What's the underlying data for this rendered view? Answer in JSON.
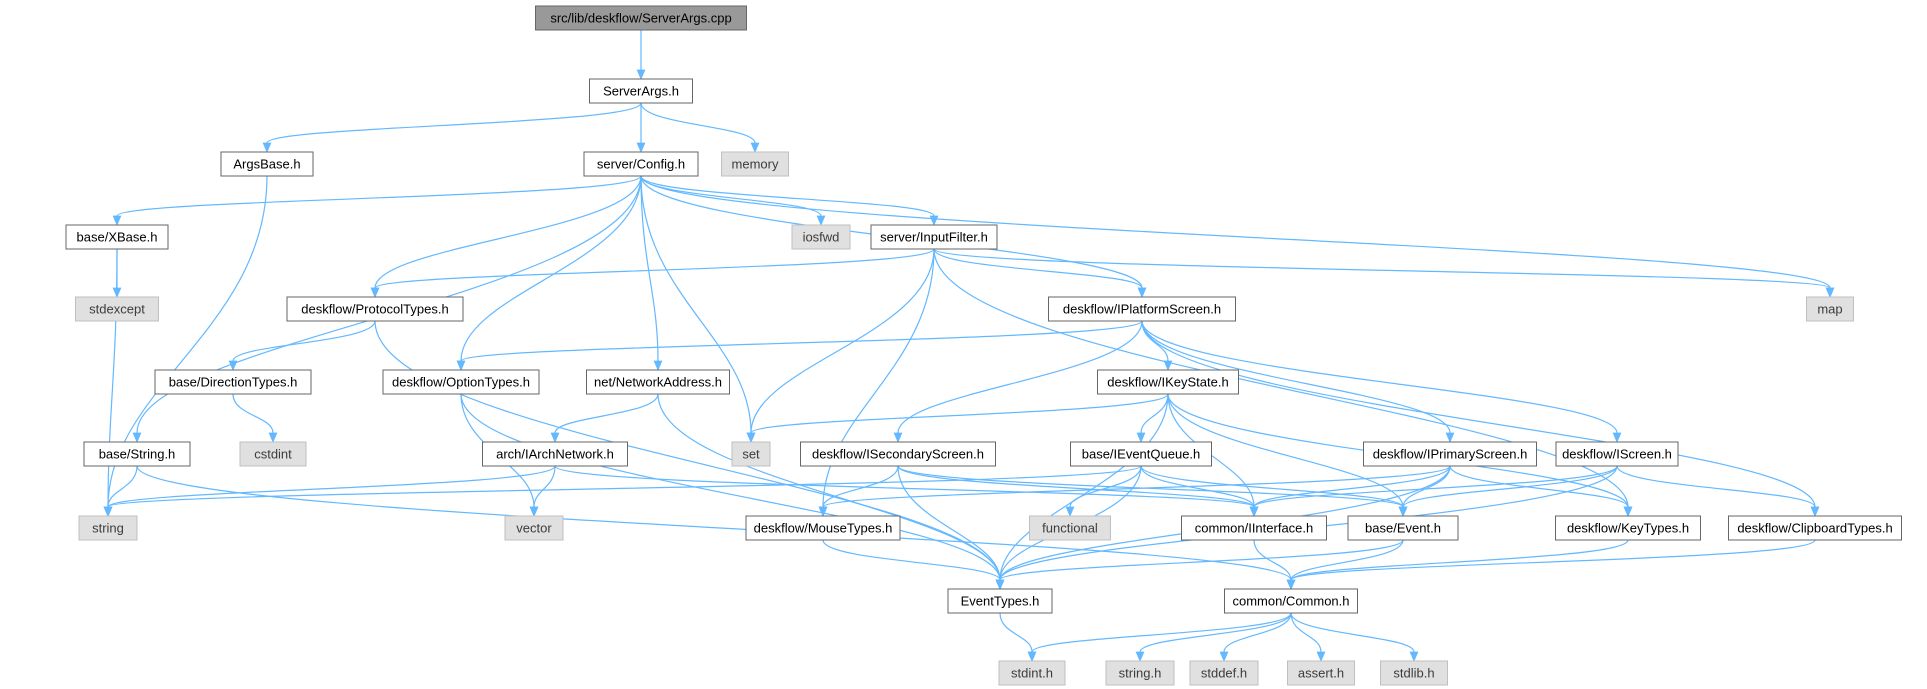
{
  "colors": {
    "edge": "#63b8ff",
    "node_border": "#666666",
    "node_fill": "#ffffff",
    "system_fill": "#e0e0e0",
    "system_border": "#bfbfbf",
    "root_fill": "#999999"
  },
  "nodes": [
    {
      "id": "root",
      "label": "src/lib/deskflow/ServerArgs.cpp",
      "kind": "root"
    },
    {
      "id": "serverargs",
      "label": "ServerArgs.h",
      "kind": "main"
    },
    {
      "id": "argsbase",
      "label": "ArgsBase.h",
      "kind": "main"
    },
    {
      "id": "config",
      "label": "server/Config.h",
      "kind": "main"
    },
    {
      "id": "memory",
      "label": "memory",
      "kind": "sys"
    },
    {
      "id": "xbase",
      "label": "base/XBase.h",
      "kind": "main"
    },
    {
      "id": "iosfwd",
      "label": "iosfwd",
      "kind": "sys"
    },
    {
      "id": "inputfilter",
      "label": "server/InputFilter.h",
      "kind": "main"
    },
    {
      "id": "map",
      "label": "map",
      "kind": "sys"
    },
    {
      "id": "stdexcept",
      "label": "stdexcept",
      "kind": "sys"
    },
    {
      "id": "protocoltypes",
      "label": "deskflow/ProtocolTypes.h",
      "kind": "main"
    },
    {
      "id": "iplatformscreen",
      "label": "deskflow/IPlatformScreen.h",
      "kind": "main"
    },
    {
      "id": "directiontypes",
      "label": "base/DirectionTypes.h",
      "kind": "main"
    },
    {
      "id": "optiontypes",
      "label": "deskflow/OptionTypes.h",
      "kind": "main"
    },
    {
      "id": "networkaddress",
      "label": "net/NetworkAddress.h",
      "kind": "main"
    },
    {
      "id": "ikeystate",
      "label": "deskflow/IKeyState.h",
      "kind": "main"
    },
    {
      "id": "cstdint",
      "label": "cstdint",
      "kind": "sys"
    },
    {
      "id": "basestring",
      "label": "base/String.h",
      "kind": "main"
    },
    {
      "id": "iarchnetwork",
      "label": "arch/IArchNetwork.h",
      "kind": "main"
    },
    {
      "id": "set",
      "label": "set",
      "kind": "sys"
    },
    {
      "id": "isecondaryscreen",
      "label": "deskflow/ISecondaryScreen.h",
      "kind": "main"
    },
    {
      "id": "ieventqueue",
      "label": "base/IEventQueue.h",
      "kind": "main"
    },
    {
      "id": "iprimaryscreen",
      "label": "deskflow/IPrimaryScreen.h",
      "kind": "main"
    },
    {
      "id": "iscreen",
      "label": "deskflow/IScreen.h",
      "kind": "main"
    },
    {
      "id": "string",
      "label": "string",
      "kind": "sys"
    },
    {
      "id": "vector",
      "label": "vector",
      "kind": "sys"
    },
    {
      "id": "mousetypes",
      "label": "deskflow/MouseTypes.h",
      "kind": "main"
    },
    {
      "id": "functional",
      "label": "functional",
      "kind": "sys"
    },
    {
      "id": "iinterface",
      "label": "common/IInterface.h",
      "kind": "main"
    },
    {
      "id": "event",
      "label": "base/Event.h",
      "kind": "main"
    },
    {
      "id": "keytypes",
      "label": "deskflow/KeyTypes.h",
      "kind": "main"
    },
    {
      "id": "clipboardtypes",
      "label": "deskflow/ClipboardTypes.h",
      "kind": "main"
    },
    {
      "id": "eventtypes",
      "label": "EventTypes.h",
      "kind": "main"
    },
    {
      "id": "common",
      "label": "common/Common.h",
      "kind": "main"
    },
    {
      "id": "stdint",
      "label": "stdint.h",
      "kind": "sys"
    },
    {
      "id": "stringh",
      "label": "string.h",
      "kind": "sys"
    },
    {
      "id": "stddef",
      "label": "stddef.h",
      "kind": "sys"
    },
    {
      "id": "assert",
      "label": "assert.h",
      "kind": "sys"
    },
    {
      "id": "stdlib",
      "label": "stdlib.h",
      "kind": "sys"
    }
  ],
  "edges": [
    [
      "root",
      "serverargs"
    ],
    [
      "serverargs",
      "argsbase"
    ],
    [
      "serverargs",
      "config"
    ],
    [
      "serverargs",
      "memory"
    ],
    [
      "argsbase",
      "string"
    ],
    [
      "config",
      "xbase"
    ],
    [
      "config",
      "basestring"
    ],
    [
      "config",
      "protocoltypes"
    ],
    [
      "config",
      "optiontypes"
    ],
    [
      "config",
      "networkaddress"
    ],
    [
      "config",
      "set"
    ],
    [
      "config",
      "iosfwd"
    ],
    [
      "config",
      "inputfilter"
    ],
    [
      "config",
      "iplatformscreen"
    ],
    [
      "config",
      "map"
    ],
    [
      "xbase",
      "stdexcept"
    ],
    [
      "xbase",
      "string"
    ],
    [
      "inputfilter",
      "protocoltypes"
    ],
    [
      "inputfilter",
      "mousetypes"
    ],
    [
      "inputfilter",
      "set"
    ],
    [
      "inputfilter",
      "iplatformscreen"
    ],
    [
      "inputfilter",
      "keytypes"
    ],
    [
      "inputfilter",
      "map"
    ],
    [
      "protocoltypes",
      "directiontypes"
    ],
    [
      "protocoltypes",
      "eventtypes"
    ],
    [
      "directiontypes",
      "cstdint"
    ],
    [
      "iplatformscreen",
      "optiontypes"
    ],
    [
      "iplatformscreen",
      "isecondaryscreen"
    ],
    [
      "iplatformscreen",
      "ikeystate"
    ],
    [
      "iplatformscreen",
      "iprimaryscreen"
    ],
    [
      "iplatformscreen",
      "iscreen"
    ],
    [
      "iplatformscreen",
      "clipboardtypes"
    ],
    [
      "optiontypes",
      "vector"
    ],
    [
      "optiontypes",
      "eventtypes"
    ],
    [
      "networkaddress",
      "iarchnetwork"
    ],
    [
      "networkaddress",
      "eventtypes"
    ],
    [
      "ikeystate",
      "set"
    ],
    [
      "ikeystate",
      "ieventqueue"
    ],
    [
      "ikeystate",
      "eventtypes"
    ],
    [
      "ikeystate",
      "iinterface"
    ],
    [
      "ikeystate",
      "event"
    ],
    [
      "ikeystate",
      "keytypes"
    ],
    [
      "basestring",
      "string"
    ],
    [
      "basestring",
      "common"
    ],
    [
      "iarchnetwork",
      "string"
    ],
    [
      "iarchnetwork",
      "vector"
    ],
    [
      "iarchnetwork",
      "iinterface"
    ],
    [
      "isecondaryscreen",
      "mousetypes"
    ],
    [
      "isecondaryscreen",
      "eventtypes"
    ],
    [
      "isecondaryscreen",
      "iinterface"
    ],
    [
      "isecondaryscreen",
      "event"
    ],
    [
      "ieventqueue",
      "string"
    ],
    [
      "ieventqueue",
      "functional"
    ],
    [
      "ieventqueue",
      "iinterface"
    ],
    [
      "ieventqueue",
      "event"
    ],
    [
      "ieventqueue",
      "eventtypes"
    ],
    [
      "iprimaryscreen",
      "mousetypes"
    ],
    [
      "iprimaryscreen",
      "iinterface"
    ],
    [
      "iprimaryscreen",
      "event"
    ],
    [
      "iprimaryscreen",
      "keytypes"
    ],
    [
      "iprimaryscreen",
      "eventtypes"
    ],
    [
      "iscreen",
      "iinterface"
    ],
    [
      "iscreen",
      "event"
    ],
    [
      "iscreen",
      "clipboardtypes"
    ],
    [
      "iscreen",
      "eventtypes"
    ],
    [
      "mousetypes",
      "eventtypes"
    ],
    [
      "iinterface",
      "common"
    ],
    [
      "event",
      "eventtypes"
    ],
    [
      "event",
      "common"
    ],
    [
      "keytypes",
      "common"
    ],
    [
      "clipboardtypes",
      "common"
    ],
    [
      "eventtypes",
      "stdint"
    ],
    [
      "common",
      "stdint"
    ],
    [
      "common",
      "stringh"
    ],
    [
      "common",
      "stddef"
    ],
    [
      "common",
      "assert"
    ],
    [
      "common",
      "stdlib"
    ]
  ]
}
